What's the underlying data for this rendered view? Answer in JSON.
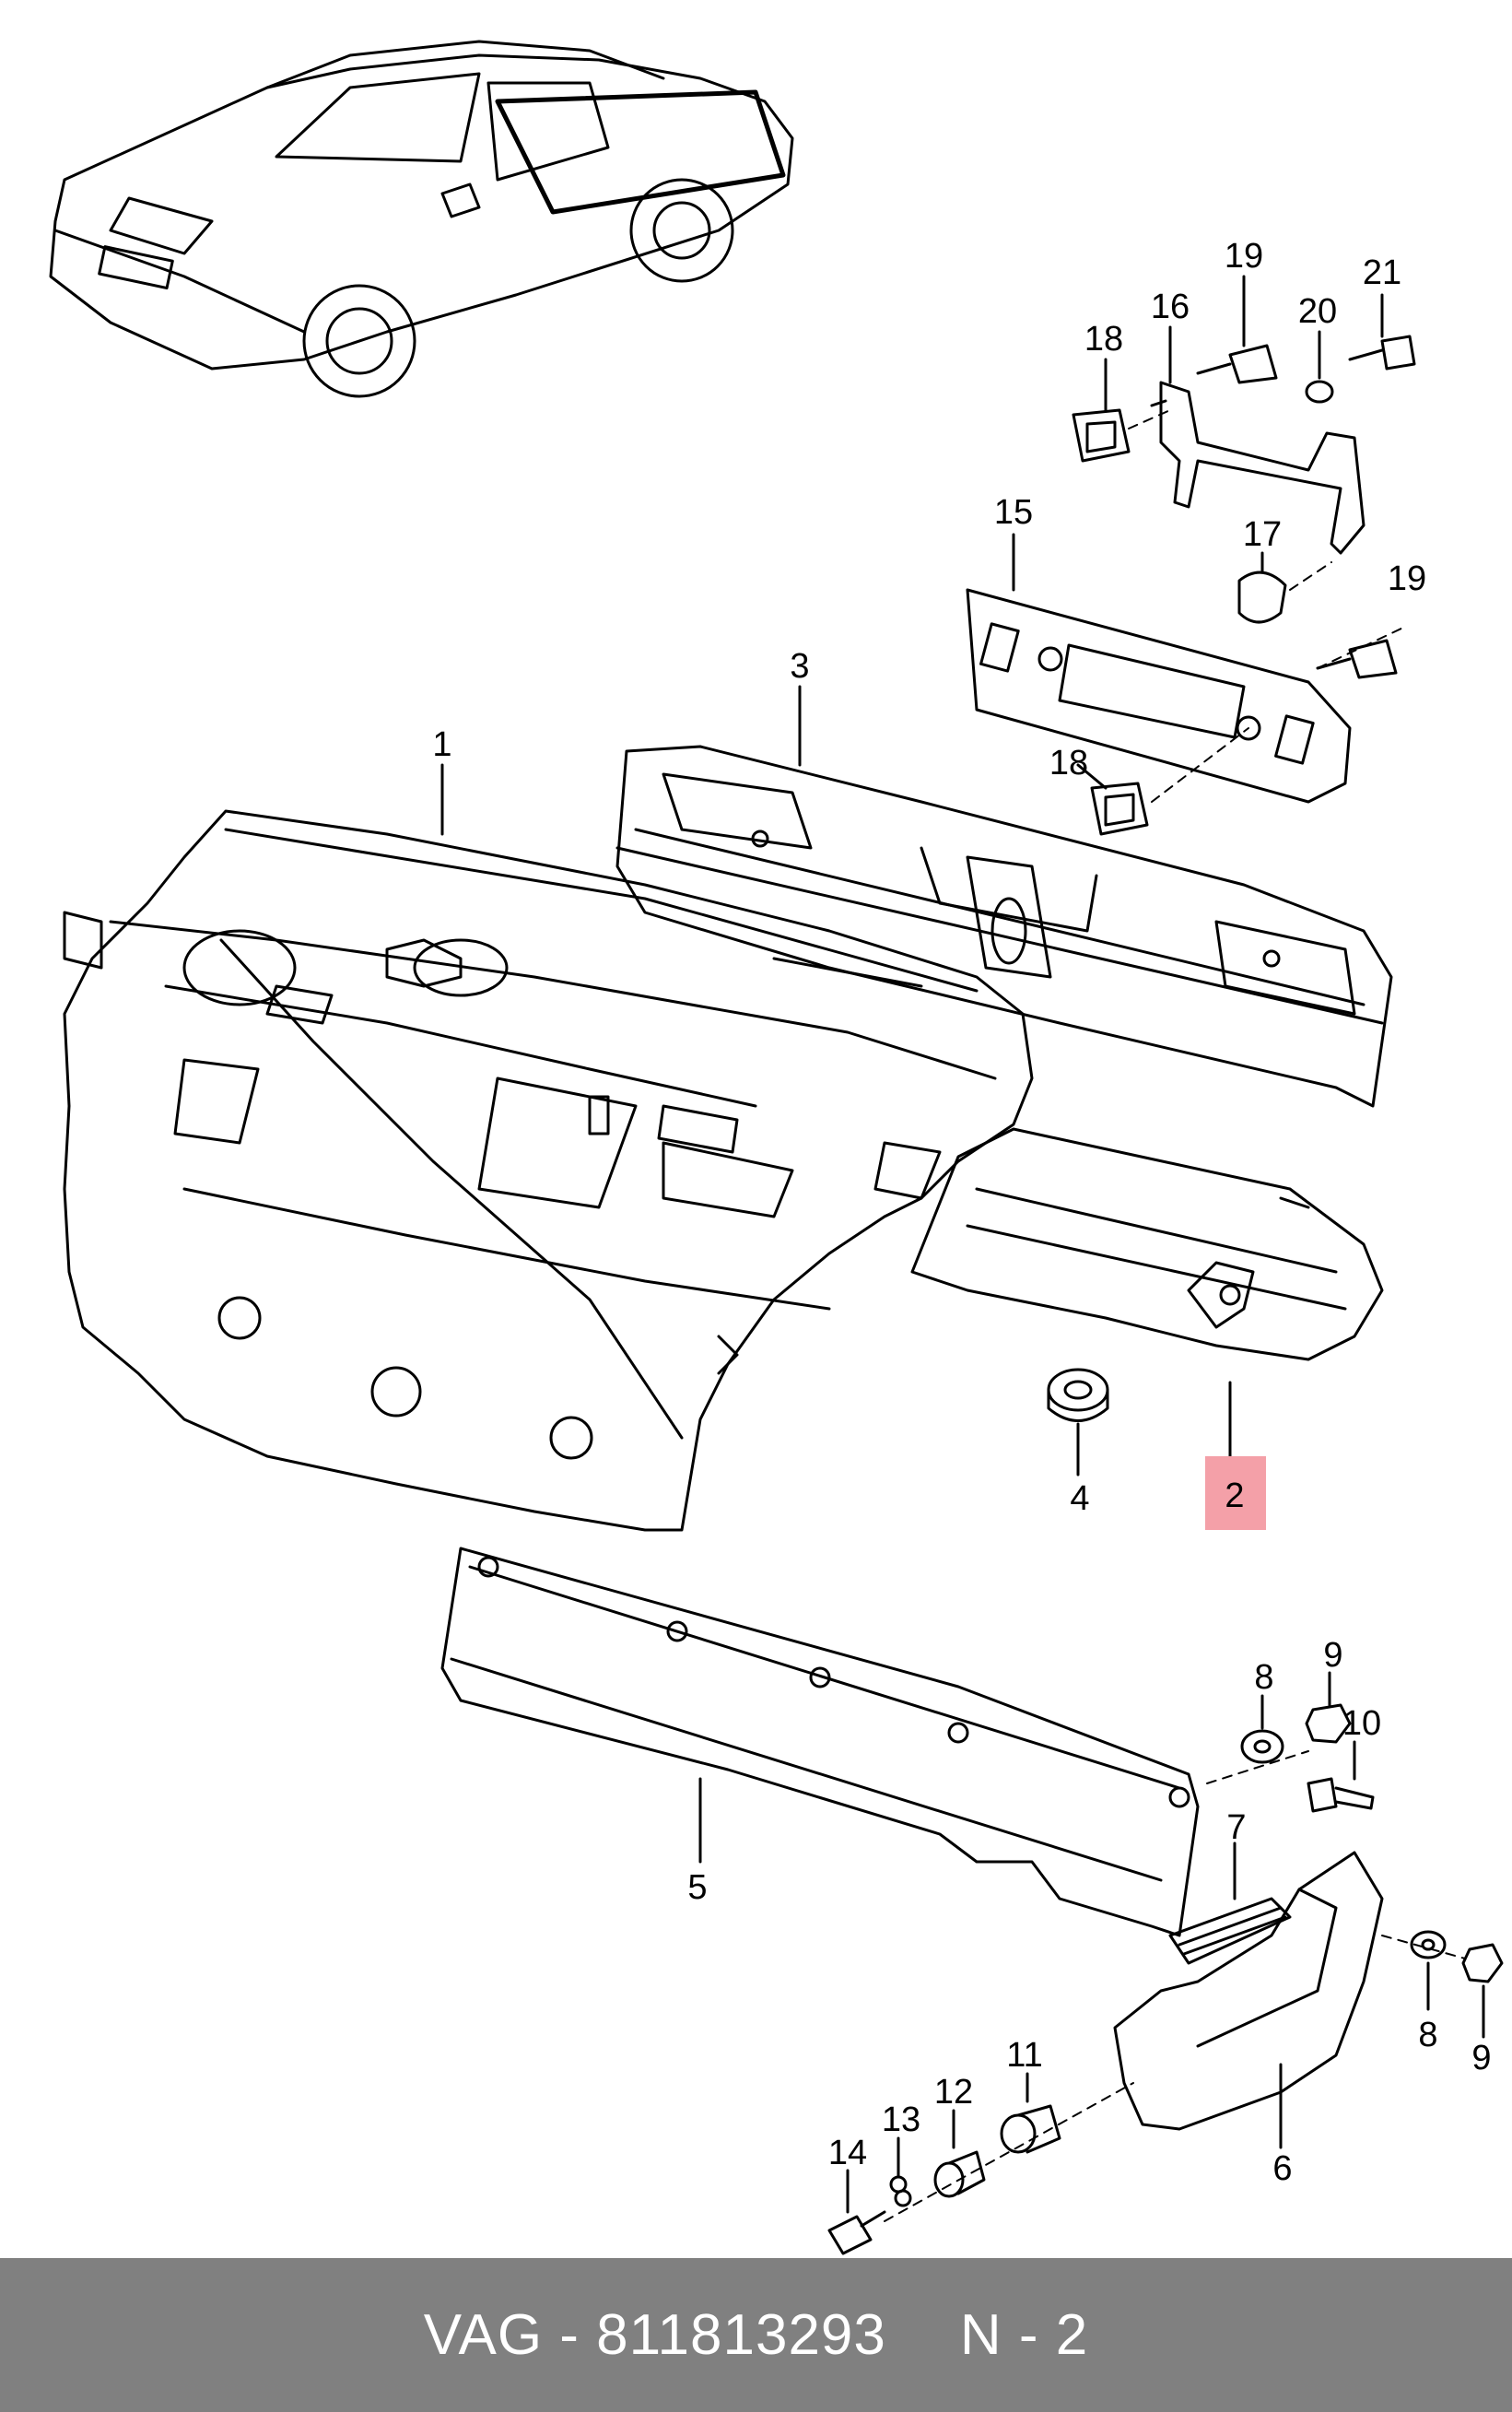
{
  "footer": {
    "part_ref": "VAG - 811813293",
    "page_ref": "N - 2"
  },
  "highlight_color": "#f4a0a8",
  "callouts": {
    "c1": "1",
    "c2": "2",
    "c3": "3",
    "c4": "4",
    "c5": "5",
    "c6": "6",
    "c7": "7",
    "c8a": "8",
    "c8b": "8",
    "c9a": "9",
    "c9b": "9",
    "c10": "10",
    "c11": "11",
    "c12": "12",
    "c13": "13",
    "c14": "14",
    "c15": "15",
    "c16": "16",
    "c17": "17",
    "c18a": "18",
    "c18b": "18",
    "c19a": "19",
    "c19b": "19",
    "c20": "20",
    "c21": "21"
  }
}
